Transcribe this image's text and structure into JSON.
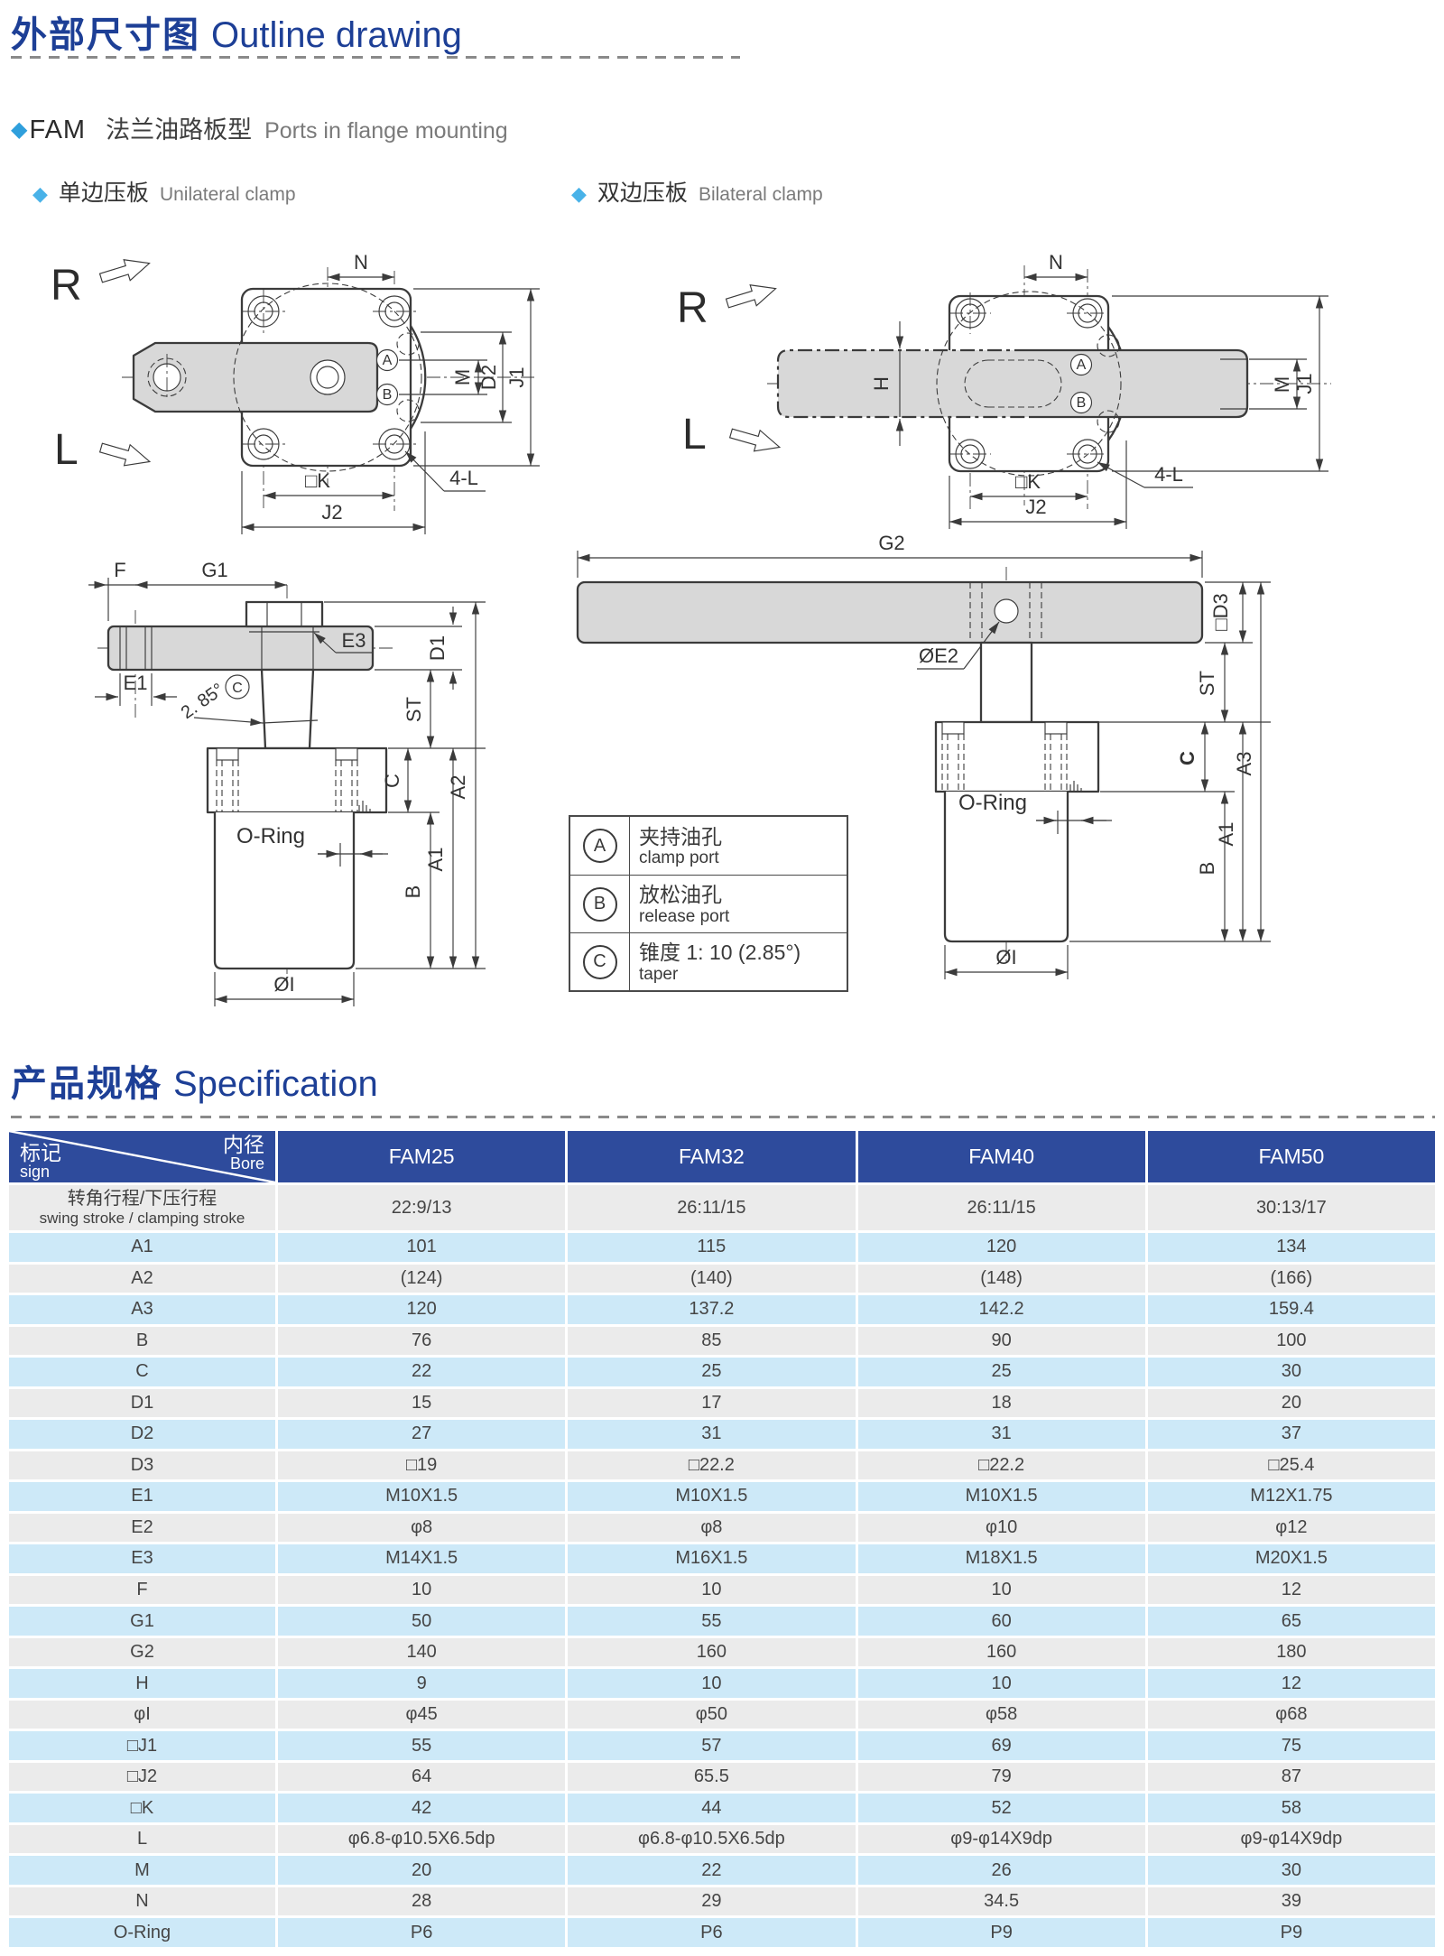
{
  "page": {
    "title_cn": "外部尺寸图",
    "title_en": "Outline drawing",
    "spec_cn": "产品规格",
    "spec_en": "Specification"
  },
  "icons": {
    "diamond": "◆"
  },
  "series": {
    "code": "FAM",
    "cn": "法兰油路板型",
    "en": "Ports in flange mounting"
  },
  "variants": {
    "left_cn": "单边压板",
    "left_en": "Unilateral clamp",
    "right_cn": "双边压板",
    "right_en": "Bilateral clamp"
  },
  "dim_labels": {
    "R": "R",
    "L": "L",
    "N": "N",
    "M": "M",
    "D2": "D2",
    "J1": "J1",
    "K": "□K",
    "J2": "J2",
    "L4": "4-L",
    "A": "A",
    "B": "B",
    "C": "C",
    "H": "H",
    "F": "F",
    "G1": "G1",
    "G2": "G2",
    "E1": "E1",
    "E3": "E3",
    "angle": "2. 85°",
    "D1": "D1",
    "ST": "ST",
    "A1": "A1",
    "A2": "A2",
    "A3": "A3",
    "oring": "O-Ring",
    "diaI": "ØI",
    "diaE2": "ØE2",
    "D3": "□D3"
  },
  "legend": {
    "rows": [
      {
        "mark": "A",
        "cn": "夹持油孔",
        "en": "clamp port"
      },
      {
        "mark": "B",
        "cn": "放松油孔",
        "en": "release port"
      },
      {
        "mark": "C",
        "cn": "锥度 1: 10 (2.85°)",
        "en": "taper"
      }
    ]
  },
  "spec": {
    "corner": {
      "cn_tr": "内径",
      "en_tr": "Bore",
      "cn_bl": "标记",
      "en_bl": "sign"
    },
    "columns": [
      "FAM25",
      "FAM32",
      "FAM40",
      "FAM50"
    ],
    "stroke_row": {
      "label_cn": "转角行程/下压行程",
      "label_en": "swing stroke / clamping stroke",
      "values": [
        "22:9/13",
        "26:11/15",
        "26:11/15",
        "30:13/17"
      ]
    },
    "rows": [
      {
        "label": "A1",
        "values": [
          "101",
          "115",
          "120",
          "134"
        ]
      },
      {
        "label": "A2",
        "values": [
          "(124)",
          "(140)",
          "(148)",
          "(166)"
        ]
      },
      {
        "label": "A3",
        "values": [
          "120",
          "137.2",
          "142.2",
          "159.4"
        ]
      },
      {
        "label": "B",
        "values": [
          "76",
          "85",
          "90",
          "100"
        ]
      },
      {
        "label": "C",
        "values": [
          "22",
          "25",
          "25",
          "30"
        ]
      },
      {
        "label": "D1",
        "values": [
          "15",
          "17",
          "18",
          "20"
        ]
      },
      {
        "label": "D2",
        "values": [
          "27",
          "31",
          "31",
          "37"
        ]
      },
      {
        "label": "D3",
        "values": [
          "□19",
          "□22.2",
          "□22.2",
          "□25.4"
        ]
      },
      {
        "label": "E1",
        "values": [
          "M10X1.5",
          "M10X1.5",
          "M10X1.5",
          "M12X1.75"
        ]
      },
      {
        "label": "E2",
        "values": [
          "φ8",
          "φ8",
          "φ10",
          "φ12"
        ]
      },
      {
        "label": "E3",
        "values": [
          "M14X1.5",
          "M16X1.5",
          "M18X1.5",
          "M20X1.5"
        ]
      },
      {
        "label": "F",
        "values": [
          "10",
          "10",
          "10",
          "12"
        ]
      },
      {
        "label": "G1",
        "values": [
          "50",
          "55",
          "60",
          "65"
        ]
      },
      {
        "label": "G2",
        "values": [
          "140",
          "160",
          "160",
          "180"
        ]
      },
      {
        "label": "H",
        "values": [
          "9",
          "10",
          "10",
          "12"
        ]
      },
      {
        "label": "φI",
        "values": [
          "φ45",
          "φ50",
          "φ58",
          "φ68"
        ]
      },
      {
        "label": "□J1",
        "values": [
          "55",
          "57",
          "69",
          "75"
        ]
      },
      {
        "label": "□J2",
        "values": [
          "64",
          "65.5",
          "79",
          "87"
        ]
      },
      {
        "label": "□K",
        "values": [
          "42",
          "44",
          "52",
          "58"
        ]
      },
      {
        "label": "L",
        "values": [
          "φ6.8-φ10.5X6.5dp",
          "φ6.8-φ10.5X6.5dp",
          "φ9-φ14X9dp",
          "φ9-φ14X9dp"
        ]
      },
      {
        "label": "M",
        "values": [
          "20",
          "22",
          "26",
          "30"
        ]
      },
      {
        "label": "N",
        "values": [
          "28",
          "29",
          "34.5",
          "39"
        ]
      },
      {
        "label": "O-Ring",
        "values": [
          "P6",
          "P6",
          "P9",
          "P9"
        ]
      }
    ]
  },
  "colors": {
    "accent_blue": "#1d3f96",
    "header_bg": "#2e4b9c",
    "row_blue": "#cde9f8",
    "row_gray": "#ebebeb",
    "diamond_blue": "#49b2e8"
  }
}
